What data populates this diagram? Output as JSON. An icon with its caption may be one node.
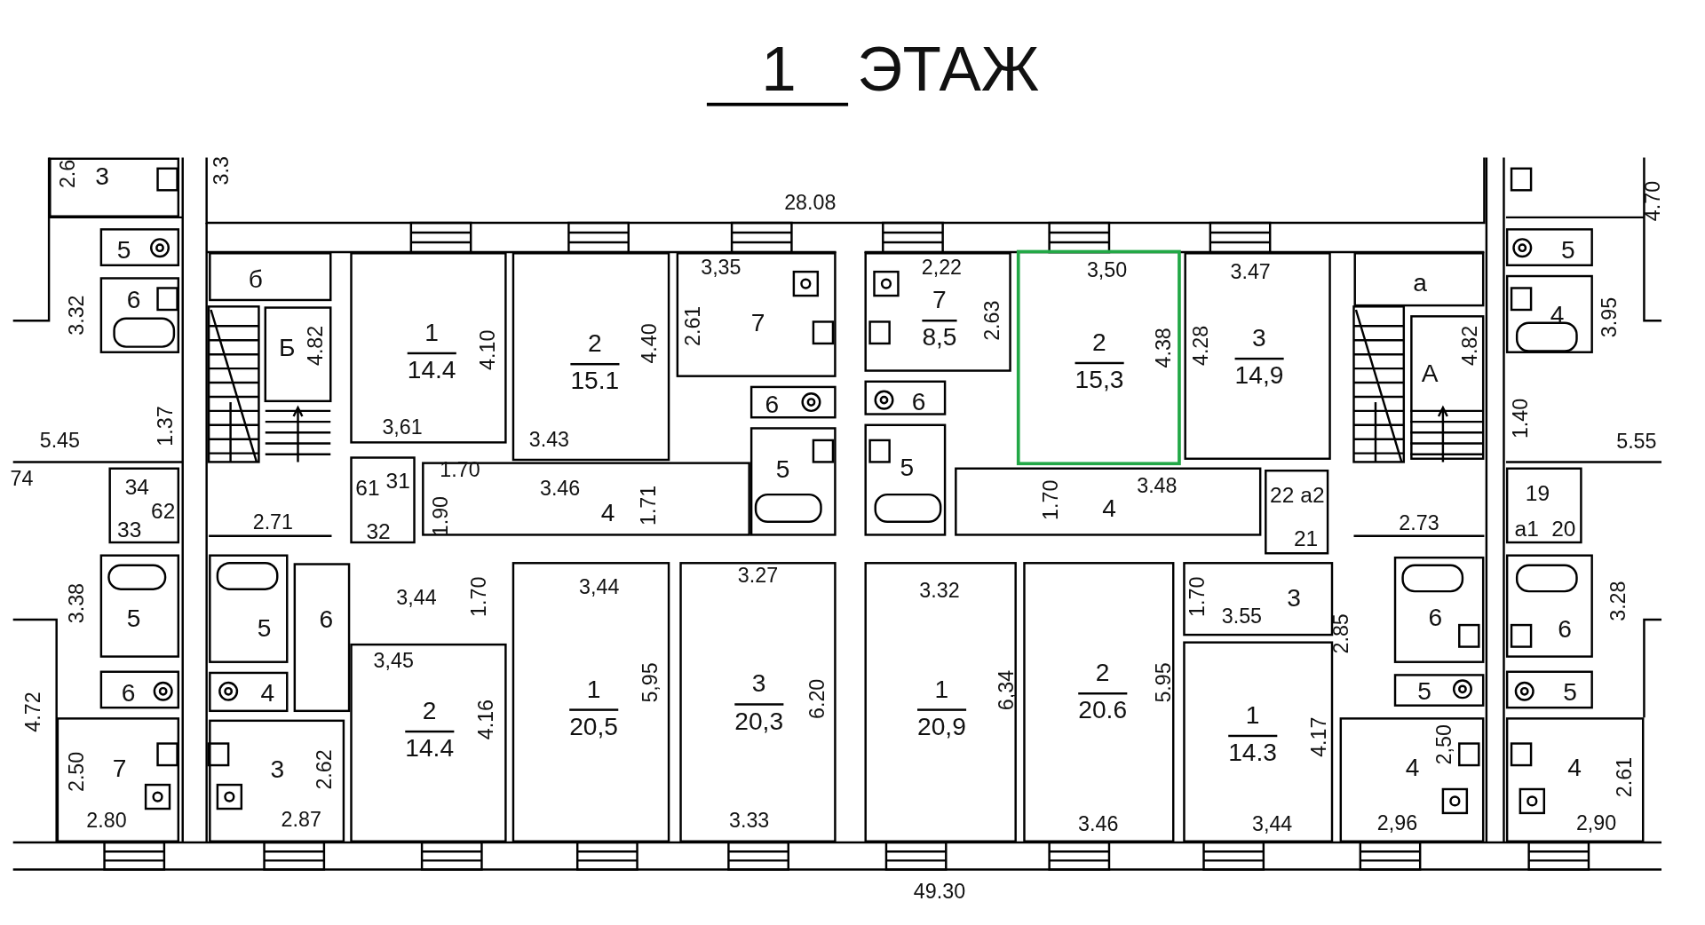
{
  "diagram": {
    "title": "1 ЭТАЖ",
    "nodes": [
      {
        "text": [
          "3"
        ]
      },
      {
        "text": [
          "5"
        ]
      },
      {
        "text": [
          "6"
        ]
      },
      {
        "text": [
          "б"
        ]
      },
      {
        "text": [
          "Б"
        ]
      },
      {
        "text": [
          "1",
          "14.4"
        ]
      },
      {
        "text": [
          "2",
          "15.1"
        ]
      },
      {
        "text": [
          "7"
        ]
      },
      {
        "text": [
          "7",
          "8,5"
        ]
      },
      {
        "text": [
          "2",
          "15,3"
        ]
      },
      {
        "text": [
          "3",
          "14,9"
        ]
      },
      {
        "text": [
          "а"
        ]
      },
      {
        "text": [
          "А"
        ]
      },
      {
        "text": [
          "5"
        ]
      },
      {
        "text": [
          "4"
        ]
      },
      {
        "text": [
          "34",
          "33",
          "62"
        ]
      },
      {
        "text": [
          "61",
          "31",
          "32"
        ]
      },
      {
        "text": [
          "4"
        ]
      },
      {
        "text": [
          "6"
        ]
      },
      {
        "text": [
          "5"
        ]
      },
      {
        "text": [
          "6"
        ]
      },
      {
        "text": [
          "5"
        ]
      },
      {
        "text": [
          "4"
        ]
      },
      {
        "text": [
          "22",
          "а2",
          "21"
        ]
      },
      {
        "text": [
          "19",
          "а1",
          "20"
        ]
      },
      {
        "text": [
          "5"
        ]
      },
      {
        "text": [
          "6"
        ]
      },
      {
        "text": [
          "7"
        ]
      },
      {
        "text": [
          "5"
        ]
      },
      {
        "text": [
          "6"
        ]
      },
      {
        "text": [
          "4"
        ]
      },
      {
        "text": [
          "3"
        ]
      },
      {
        "text": [
          "2",
          "14.4"
        ]
      },
      {
        "text": [
          "1",
          "20,5"
        ]
      },
      {
        "text": [
          "3",
          "20,3"
        ]
      },
      {
        "text": [
          "1",
          "20,9"
        ]
      },
      {
        "text": [
          "2",
          "20.6"
        ]
      },
      {
        "text": [
          "3"
        ]
      },
      {
        "text": [
          "1",
          "14.3"
        ]
      },
      {
        "text": [
          "6"
        ]
      },
      {
        "text": [
          "5"
        ]
      },
      {
        "text": [
          "4"
        ]
      },
      {
        "text": [
          "6"
        ]
      },
      {
        "text": [
          "5"
        ]
      },
      {
        "text": [
          "4"
        ]
      }
    ],
    "labels": [
      "2.6",
      "3.3",
      "28.08",
      "4.70",
      "3.32",
      "3,35",
      "2,22",
      "3,50",
      "3.47",
      "4.82",
      "4.10",
      "4.40",
      "2.61",
      "2.63",
      "4.38",
      "4.28",
      "4.82",
      "3.95",
      "5.45",
      "1.37",
      "3,61",
      "3.43",
      "1.40",
      "5.55",
      "74",
      "1.70",
      "3.46",
      "3.48",
      "1.71",
      "1.70",
      "1.90",
      "2.71",
      "2.73",
      "3.38",
      "3,44",
      "1.70",
      "3,44",
      "3.27",
      "3.32",
      "1.70",
      "3.55",
      "2.85",
      "3.28",
      "3,45",
      "5,95",
      "6.20",
      "6,34",
      "5.95",
      "4.16",
      "4.17",
      "4.72",
      "2.50",
      "2.62",
      "2,50",
      "2.61",
      "2.80",
      "2.87",
      "3.33",
      "3.46",
      "3,44",
      "2,96",
      "2,90",
      "49.30"
    ]
  }
}
